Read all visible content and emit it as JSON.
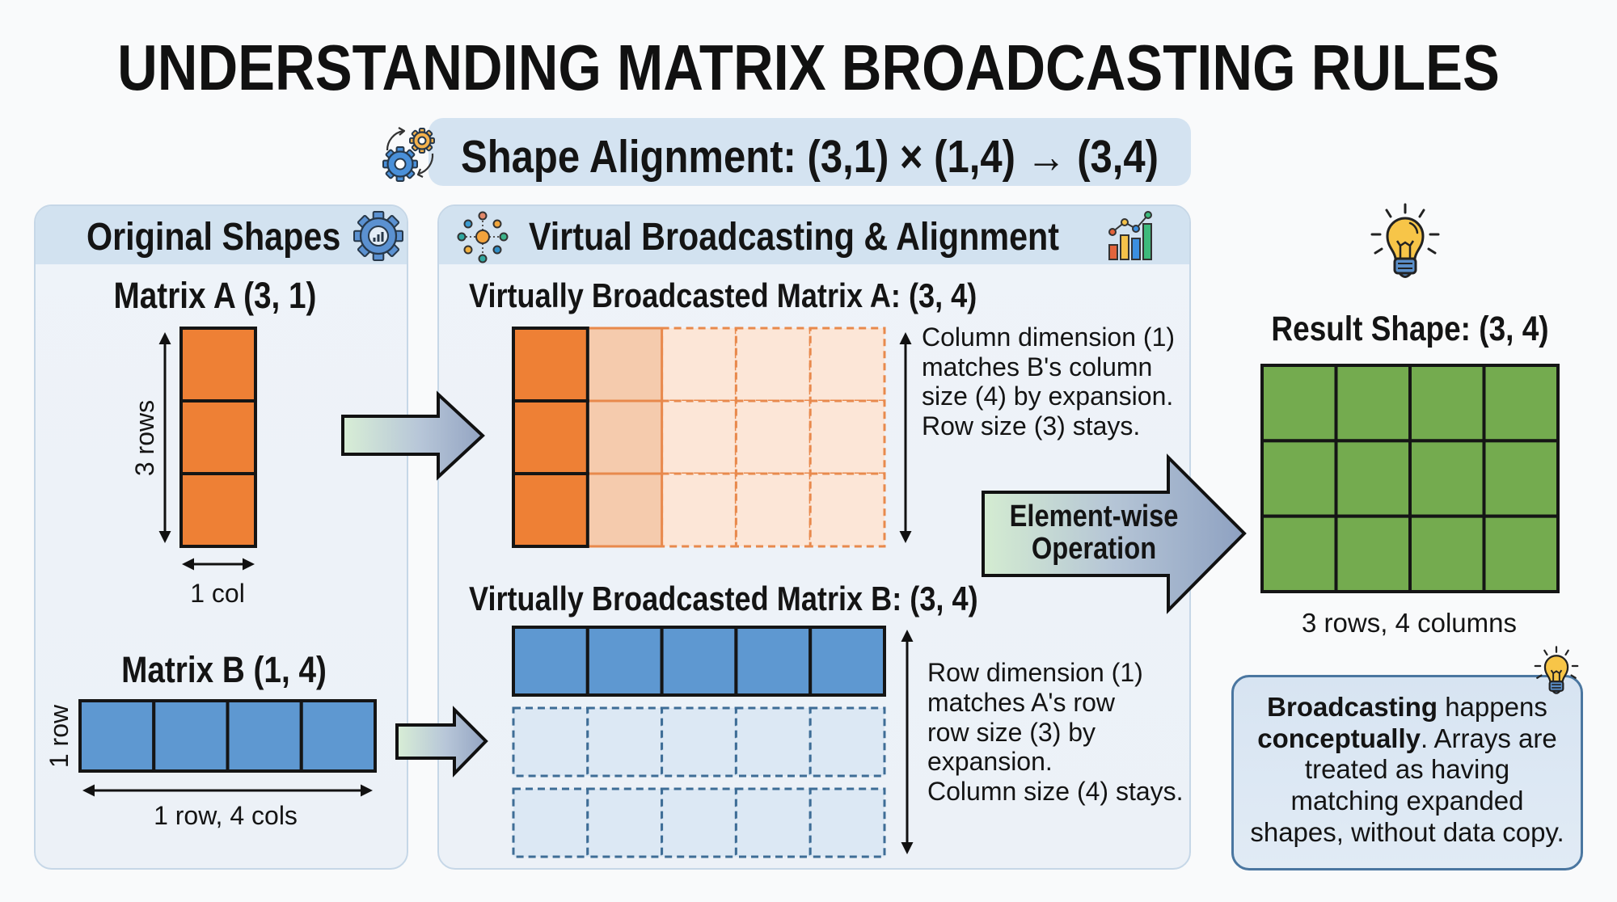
{
  "title": "UNDERSTANDING MATRIX BROADCASTING RULES",
  "banner": {
    "text": "Shape Alignment: (3,1) × (1,4) → (3,4)",
    "icon": "gears-icon"
  },
  "original": {
    "title": "Original Shapes",
    "icon": "gear-chart-icon",
    "matrix_a": {
      "label": "Matrix A (3, 1)",
      "rows": 3,
      "cols": 1,
      "rows_label": "3 rows",
      "cols_label": "1 col"
    },
    "matrix_b": {
      "label": "Matrix B (1, 4)",
      "rows": 1,
      "cols": 4,
      "rows_label": "1 row",
      "cols_label": "1 row, 4 cols"
    }
  },
  "virtual": {
    "title": "Virtual Broadcasting & Alignment",
    "icons": [
      "network-icon",
      "bar-chart-icon"
    ],
    "matrix_a": {
      "label": "Virtually Broadcasted Matrix A: (3, 4)",
      "rows": 3,
      "columns": [
        "original",
        "expanded",
        "virtual",
        "virtual",
        "virtual"
      ],
      "note": [
        "Column dimension (1)",
        "matches B's column",
        "size (4) by expansion.",
        "Row size (3) stays."
      ]
    },
    "matrix_b": {
      "label": "Virtually Broadcasted Matrix B: (3, 4)",
      "cols": 5,
      "rows": [
        "original",
        "virtual",
        "virtual"
      ],
      "note": [
        "Row dimension (1)",
        "matches A's row",
        "row size (3) by",
        "expansion.",
        "Column size (4) stays."
      ]
    }
  },
  "operation": {
    "lines": [
      "Element-wise",
      "Operation"
    ]
  },
  "result": {
    "icon": "lightbulb-icon",
    "label": "Result Shape: (3, 4)",
    "rows": 3,
    "cols": 4,
    "caption": "3 rows, 4 columns"
  },
  "note": {
    "icon": "lightbulb-icon",
    "lines": [
      [
        {
          "text": "Broadcasting",
          "bold": true
        },
        {
          "text": " happens",
          "bold": false
        }
      ],
      [
        {
          "text": "conceptually",
          "bold": true
        },
        {
          "text": ". Arrays are",
          "bold": false
        }
      ],
      [
        {
          "text": "treated as having",
          "bold": false
        }
      ],
      [
        {
          "text": "matching expanded",
          "bold": false
        }
      ],
      [
        {
          "text": "shapes, without data copy.",
          "bold": false
        }
      ]
    ]
  },
  "colors": {
    "matrix_a": "#ee8035",
    "matrix_a_expanded": "#f5cbad",
    "matrix_a_virtual": "#fce6d7",
    "matrix_a_virtual_stroke": "#e8894c",
    "matrix_b": "#5e98d1",
    "matrix_b_virtual": "#dce8f4",
    "matrix_b_virtual_stroke": "#3e6d96",
    "result": "#74ab4f",
    "outline": "#151515"
  }
}
